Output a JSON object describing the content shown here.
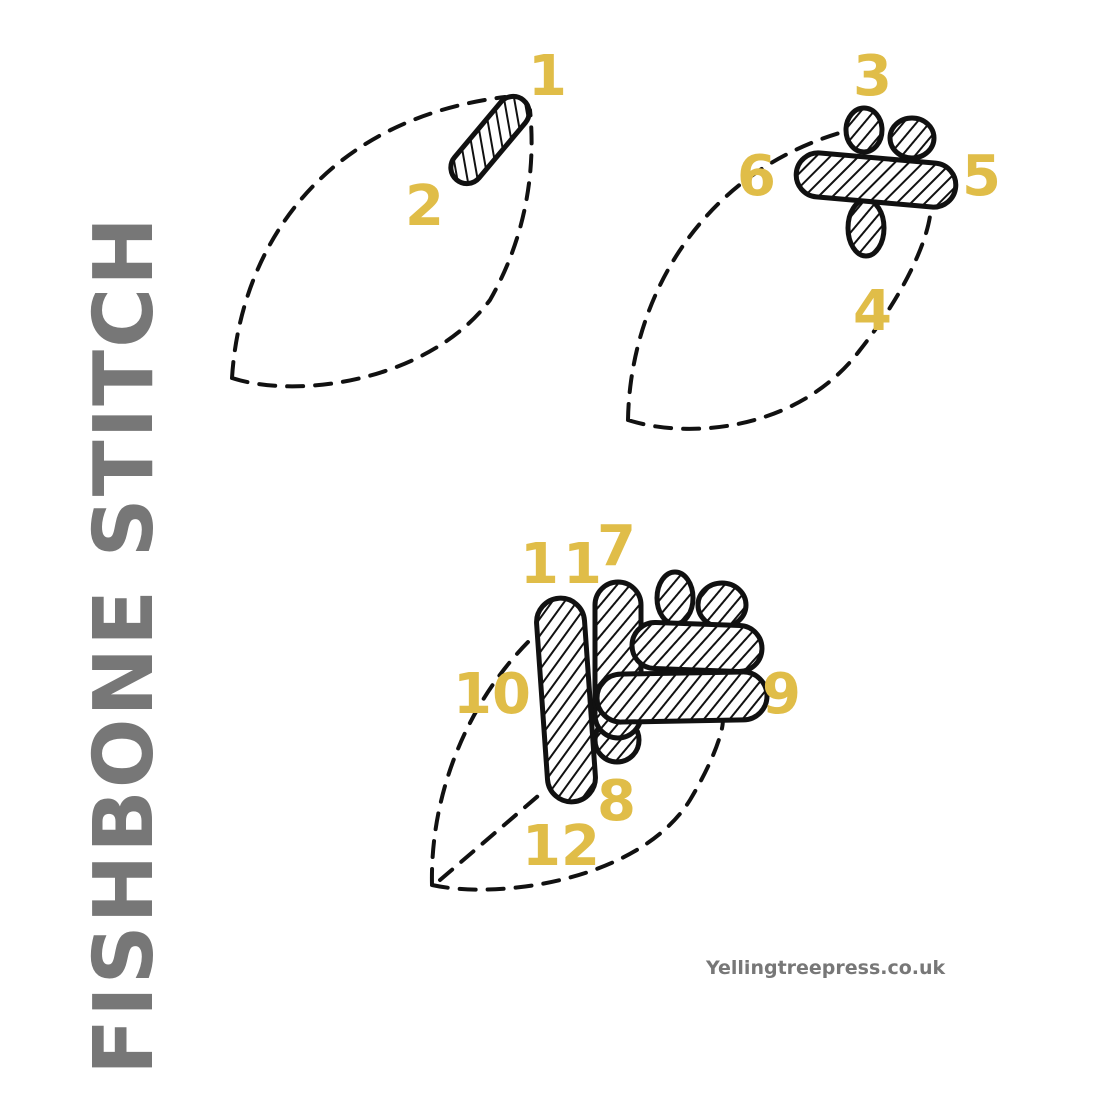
{
  "title": "FISHBONE STITCH",
  "website": "Yellingtreepress.co.uk",
  "colors": {
    "numbers": "#e0bd48",
    "title": "#777777",
    "ink": "#111111"
  },
  "diagrams": [
    {
      "labels": [
        "1",
        "2"
      ]
    },
    {
      "labels": [
        "3",
        "4",
        "5",
        "6"
      ]
    },
    {
      "labels": [
        "7",
        "8",
        "9",
        "10",
        "11",
        "12"
      ]
    }
  ]
}
